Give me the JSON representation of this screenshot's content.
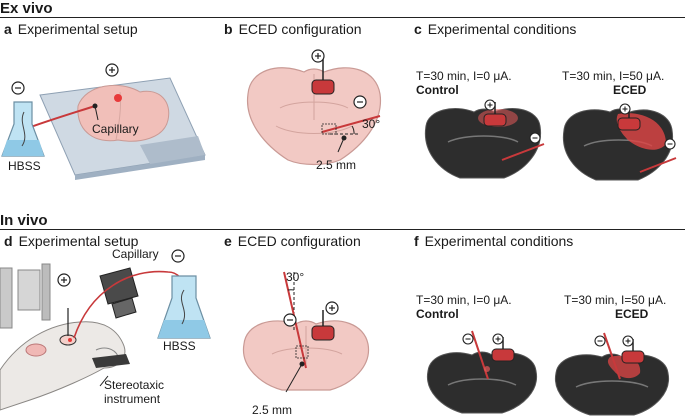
{
  "sections": [
    {
      "title": "Ex vivo",
      "panels": [
        {
          "letter": "a",
          "title": "Experimental setup"
        },
        {
          "letter": "b",
          "title": "ECED configuration"
        },
        {
          "letter": "c",
          "title": "Experimental conditions"
        }
      ],
      "labels": {
        "capillary": "Capillary",
        "hbss": "HBSS",
        "distance": "2.5 mm",
        "angle": "30°"
      },
      "conditions": [
        {
          "params": "T=30 min, I=0 μA.",
          "name": "Control"
        },
        {
          "params": "T=30 min, I=50 μA.",
          "name": "ECED"
        }
      ]
    },
    {
      "title": "In vivo",
      "panels": [
        {
          "letter": "d",
          "title": "Experimental setup"
        },
        {
          "letter": "e",
          "title": "ECED configuration"
        },
        {
          "letter": "f",
          "title": "Experimental conditions"
        }
      ],
      "labels": {
        "capillary": "Capillary",
        "hbss": "HBSS",
        "stereotaxic_1": "Stereotaxic",
        "stereotaxic_2": "instrument",
        "distance": "2.5 mm",
        "angle": "30°"
      },
      "conditions": [
        {
          "params": "T=30 min, I=0 μA.",
          "name": "Control"
        },
        {
          "params": "T=30 min, I=50 μA.",
          "name": "ECED"
        }
      ]
    }
  ],
  "symbols": {
    "plus": "⊕",
    "minus": "⊖"
  },
  "colors": {
    "electrode": "#c8393b",
    "brain": "#f2c9c4",
    "brain_outline": "#c99a95",
    "flask": "#9fd1ea",
    "slide": "#b9c7d6",
    "slice_dark": "#2d2d2d"
  }
}
